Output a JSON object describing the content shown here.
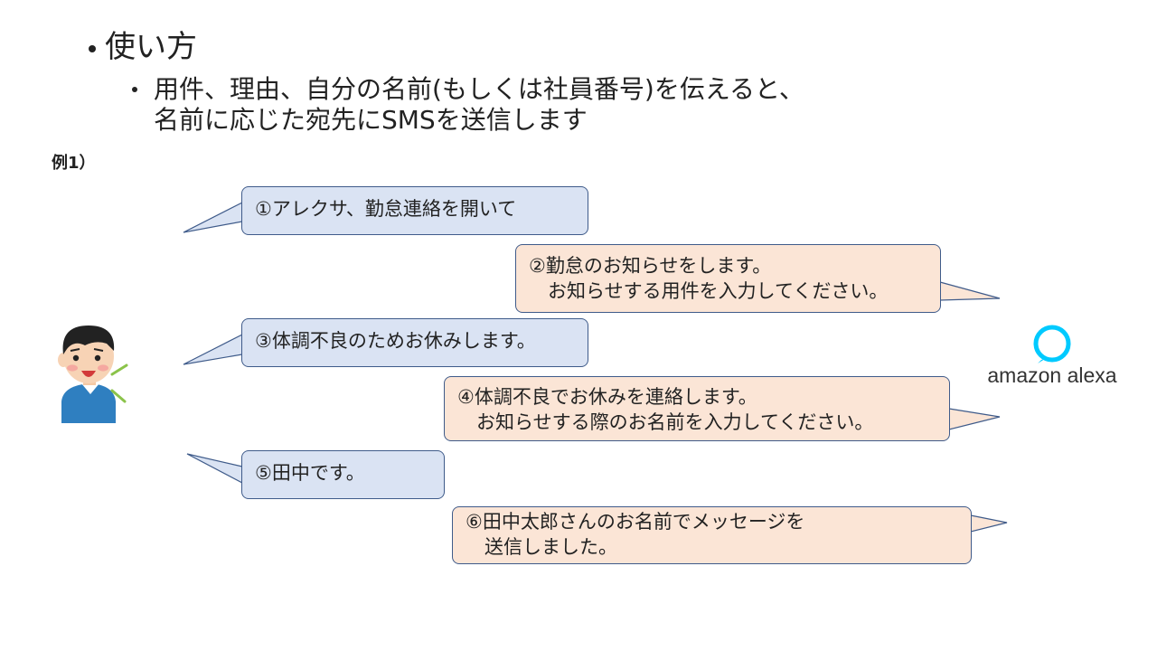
{
  "bullets": {
    "level1": "使い方",
    "level2": "用件、理由、自分の名前(もしくは社員番号)を伝えると、\n名前に応じた宛先にSMSを送信します"
  },
  "example_label": "例1）",
  "dialogue": [
    {
      "speaker": "user",
      "text": "①アレクサ、勤怠連絡を開いて"
    },
    {
      "speaker": "alexa",
      "text": "②勤怠のお知らせをします。\n　お知らせする用件を入力してください。"
    },
    {
      "speaker": "user",
      "text": "③体調不良のためお休みします。"
    },
    {
      "speaker": "alexa",
      "text": "④体調不良でお休みを連絡します。\n　お知らせする際のお名前を入力してください。"
    },
    {
      "speaker": "user",
      "text": "⑤田中です。"
    },
    {
      "speaker": "alexa",
      "text": "⑥田中太郎さんのお名前でメッセージを\n　送信しました。"
    }
  ],
  "alexa_logo": {
    "label": "amazon alexa",
    "color": "#00caff"
  },
  "colors": {
    "user_bubble": "#dae3f3",
    "alexa_bubble": "#fbe5d6",
    "border": "#3f5b8a"
  }
}
